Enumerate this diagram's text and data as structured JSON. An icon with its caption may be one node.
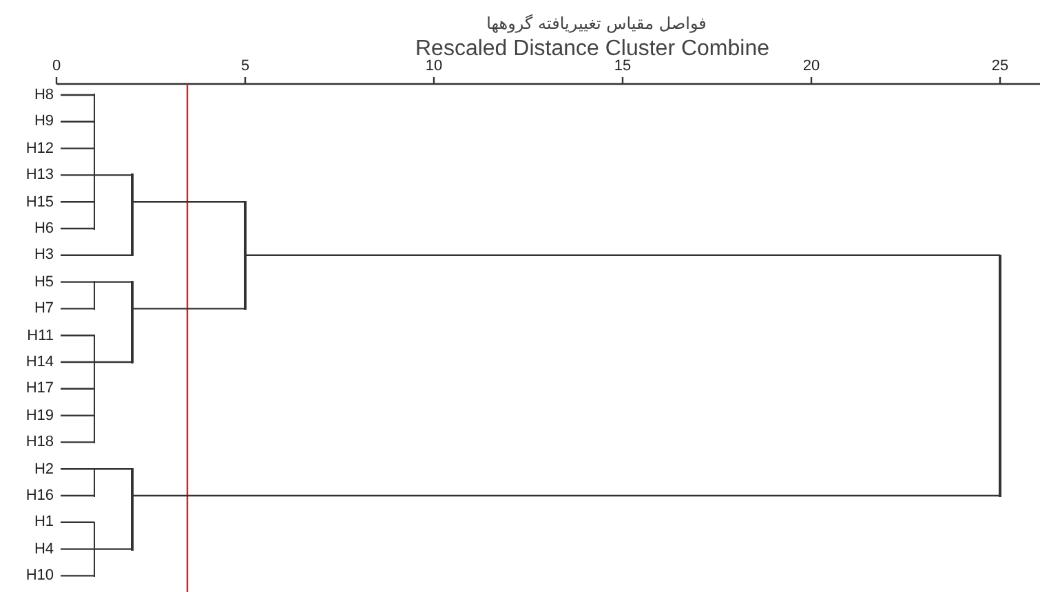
{
  "diagram": {
    "title": "فواصل مقیاس تغییریافته گروهها",
    "nodes": [
      {
        "text": [
          "H8"
        ]
      },
      {
        "text": [
          "H9"
        ]
      },
      {
        "text": [
          "H12"
        ]
      },
      {
        "text": [
          "H13"
        ]
      },
      {
        "text": [
          "H15"
        ]
      },
      {
        "text": [
          "H6"
        ]
      },
      {
        "text": [
          "H3"
        ]
      },
      {
        "text": [
          "H5"
        ]
      },
      {
        "text": [
          "H7"
        ]
      },
      {
        "text": [
          "H11"
        ]
      },
      {
        "text": [
          "H14"
        ]
      },
      {
        "text": [
          "H17"
        ]
      },
      {
        "text": [
          "H19"
        ]
      },
      {
        "text": [
          "H18"
        ]
      },
      {
        "text": [
          "H2"
        ]
      },
      {
        "text": [
          "H16"
        ]
      },
      {
        "text": [
          "H1"
        ]
      },
      {
        "text": [
          "H4"
        ]
      },
      {
        "text": [
          "H10"
        ]
      },
      {
        "text": [],
        "shape": "bar"
      },
      {
        "text": [],
        "shape": "bar"
      },
      {
        "text": [],
        "shape": "bar"
      },
      {
        "text": [],
        "shape": "bar"
      },
      {
        "text": [],
        "shape": "bar"
      },
      {
        "text": [],
        "shape": "bar"
      },
      {
        "text": [],
        "shape": "bar"
      },
      {
        "text": [],
        "shape": "bar"
      },
      {
        "text": [],
        "shape": "bar"
      },
      {
        "text": [],
        "shape": "bar"
      }
    ],
    "edges": [
      {
        "from": 0,
        "to": 19,
        "arrow": "none"
      },
      {
        "from": 1,
        "to": 19,
        "arrow": "none"
      },
      {
        "from": 2,
        "to": 19,
        "arrow": "none"
      },
      {
        "from": 3,
        "to": 19,
        "arrow": "none"
      },
      {
        "from": 4,
        "to": 19,
        "arrow": "none"
      },
      {
        "from": 5,
        "to": 19,
        "arrow": "none"
      },
      {
        "from": 19,
        "to": 20,
        "arrow": "none"
      },
      {
        "from": 6,
        "to": 20,
        "arrow": "none"
      },
      {
        "from": 7,
        "to": 21,
        "arrow": "none"
      },
      {
        "from": 8,
        "to": 21,
        "arrow": "none"
      },
      {
        "from": 9,
        "to": 22,
        "arrow": "none"
      },
      {
        "from": 10,
        "to": 22,
        "arrow": "none"
      },
      {
        "from": 11,
        "to": 22,
        "arrow": "none"
      },
      {
        "from": 12,
        "to": 22,
        "arrow": "none"
      },
      {
        "from": 13,
        "to": 22,
        "arrow": "none"
      },
      {
        "from": 21,
        "to": 23,
        "arrow": "none"
      },
      {
        "from": 22,
        "to": 23,
        "arrow": "none"
      },
      {
        "from": 20,
        "to": 24,
        "arrow": "none"
      },
      {
        "from": 23,
        "to": 24,
        "arrow": "none"
      },
      {
        "from": 14,
        "to": 25,
        "arrow": "none"
      },
      {
        "from": 15,
        "to": 25,
        "arrow": "none"
      },
      {
        "from": 16,
        "to": 26,
        "arrow": "none"
      },
      {
        "from": 17,
        "to": 26,
        "arrow": "none"
      },
      {
        "from": 18,
        "to": 26,
        "arrow": "none"
      },
      {
        "from": 25,
        "to": 27,
        "arrow": "none"
      },
      {
        "from": 26,
        "to": 27,
        "arrow": "none"
      },
      {
        "from": 24,
        "to": 28,
        "arrow": "none"
      },
      {
        "from": 27,
        "to": 28,
        "arrow": "none"
      }
    ],
    "labels": [
      "Rescaled Distance Cluster Combine",
      "0",
      "5",
      "10",
      "15",
      "20",
      "25"
    ]
  }
}
